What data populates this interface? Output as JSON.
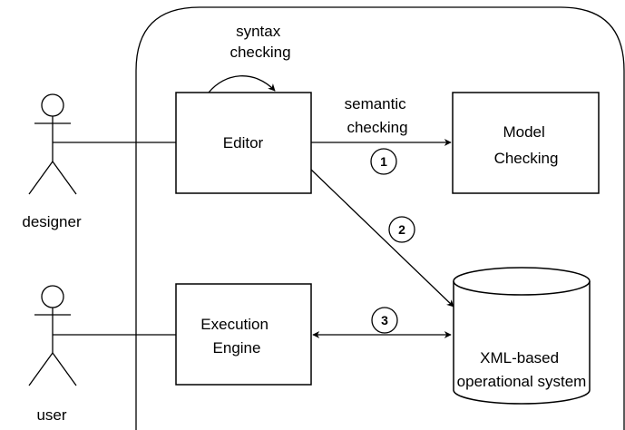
{
  "diagram": {
    "actors": {
      "designer": "designer",
      "user": "user"
    },
    "nodes": {
      "editor": "Editor",
      "model_checking": [
        "Model",
        "Checking"
      ],
      "execution_engine": [
        "Execution",
        "Engine"
      ],
      "xml_system": [
        "XML-based",
        "operational system"
      ]
    },
    "edges": {
      "syntax_checking": [
        "syntax",
        "checking"
      ],
      "semantic_checking": [
        "semantic",
        "checking"
      ],
      "step1": "1",
      "step2": "2",
      "step3": "3"
    }
  }
}
